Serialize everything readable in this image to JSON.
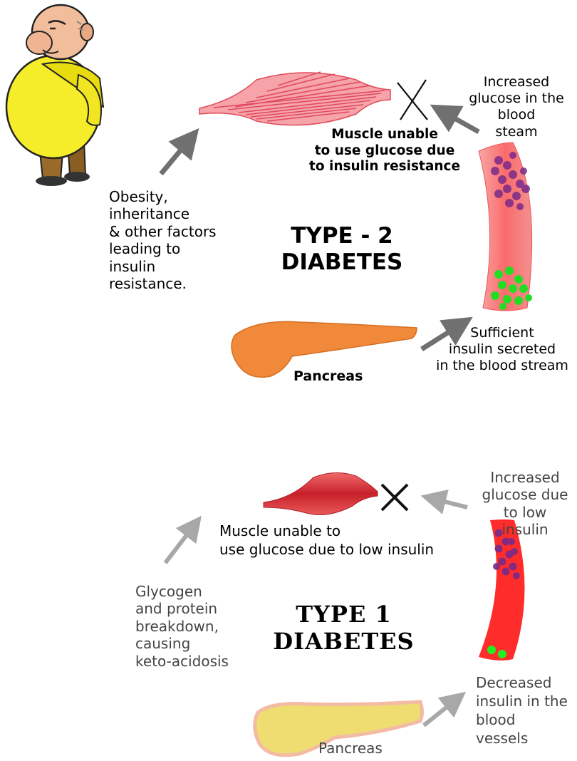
{
  "type2": {
    "title": "TYPE - 2\nDIABETES",
    "factors": "Obesity,\ninheritance\n& other factors\nleading to\ninsulin\nresistance.",
    "muscle_label": "Muscle unable\nto use glucose due\nto insulin resistance",
    "glucose_label": "Increased\nglucose in the\nblood\nsteam",
    "insulin_label": "Sufficient\ninsulin secreted\nin the blood stream",
    "pancreas_label": "Pancreas"
  },
  "type1": {
    "title": "TYPE 1\nDIABETES",
    "factors": "Glycogen\nand protein\nbreakdown,\ncausing\nketo-acidosis",
    "muscle_label": "Muscle unable to\nuse glucose due to low insulin",
    "glucose_label": "Increased\nglucose due\nto low\ninsulin",
    "insulin_label": "Decreased\ninsulin in the\nblood\nvessels",
    "pancreas_label": "Pancreas"
  },
  "colors": {
    "muscle_stripe": "#e8546a",
    "vessel": "#fa6464",
    "vessel_t1": "#ff2a2a",
    "glucose": "#7a2a8a",
    "insulin": "#22dd22",
    "pancreas_t2": "#f0893a",
    "pancreas_t1": "#efd96a",
    "arrow_t2": "#777777",
    "arrow_t1": "#aaaaaa"
  },
  "icons": [
    "obese-man-icon",
    "muscle-icon",
    "blocked-x-icon",
    "blood-vessel-icon",
    "pancreas-icon",
    "arrow-icon"
  ]
}
